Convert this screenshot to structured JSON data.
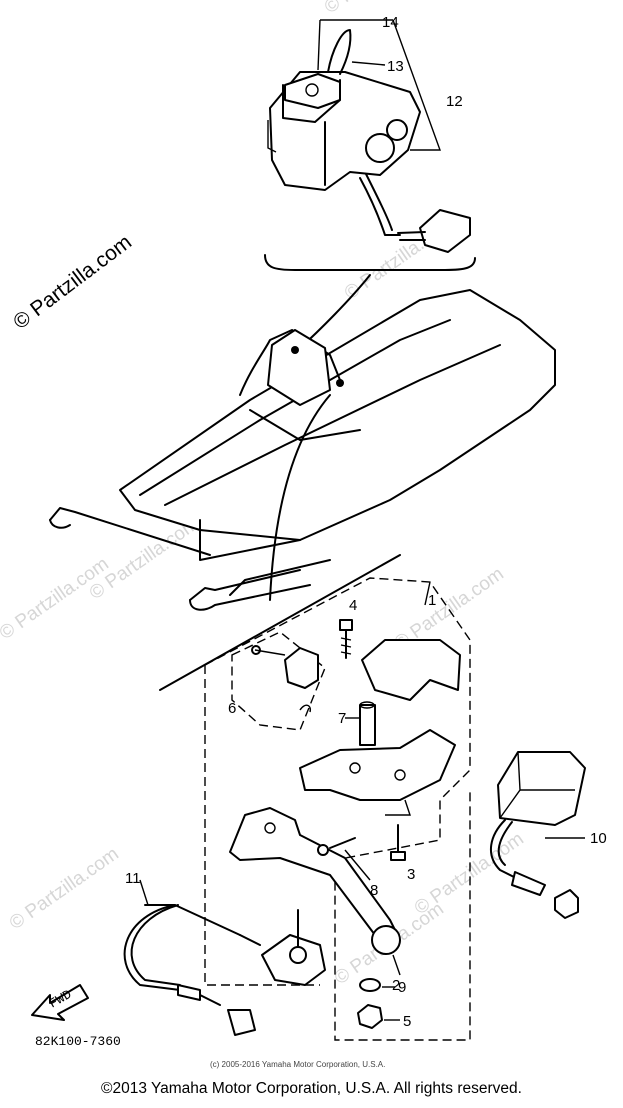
{
  "watermark": {
    "main": "© Partzilla.com",
    "repeat": "© Partzilla.com"
  },
  "callouts": {
    "c1": "1",
    "c2": "2",
    "c3": "3",
    "c4": "4",
    "c5": "5",
    "c6": "6",
    "c7": "7",
    "c8": "8",
    "c9": "9",
    "c10": "10",
    "c11": "11",
    "c12": "12",
    "c13": "13",
    "c14": "14"
  },
  "diagram_number": "82K100-7360",
  "fwd_label": "FWD",
  "small_copyright": "(c) 2005-2016 Yamaha Motor Corporation, U.S.A.",
  "footer_copyright": "©2013 Yamaha Motor Corporation, U.S.A. All rights reserved."
}
